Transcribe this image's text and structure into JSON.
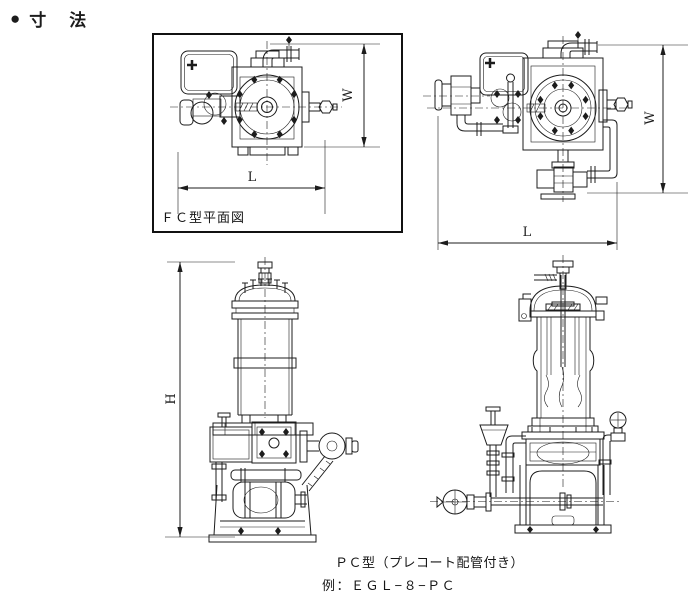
{
  "page": {
    "bullet": "●",
    "title": "寸　法"
  },
  "fc_plan": {
    "caption": "ＦＣ型平面図",
    "dim_w": "W",
    "dim_l": "L"
  },
  "pc_plan": {
    "dim_w": "W",
    "dim_l": "L"
  },
  "fc_elevation": {
    "dim_h": "H"
  },
  "pc_captions": {
    "line1": "ＰＣ型（プレコート配管付き）",
    "line2": "例：ＥＧＬ−８−ＰＣ"
  },
  "colors": {
    "ink": "#1c1c1c",
    "paper": "#ffffff"
  }
}
